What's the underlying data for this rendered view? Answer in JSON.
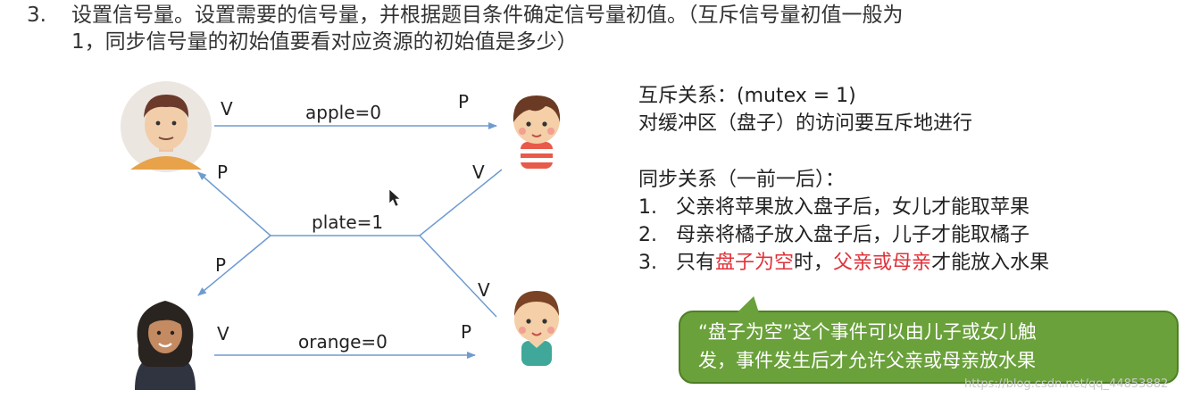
{
  "heading": {
    "number": "3.",
    "line1": "设置信号量。设置需要的信号量，并根据题目条件确定信号量初值。（互斥信号量初值一般为",
    "line2": "1，同步信号量的初始值要看对应资源的初始值是多少）"
  },
  "diagram": {
    "apple_label": "apple=0",
    "plate_label": "plate=1",
    "orange_label": "orange=0",
    "father_apple_op": "V",
    "daughter_apple_op": "P",
    "father_plate_op": "P",
    "daughter_plate_op": "V",
    "mother_plate_op": "P",
    "son_plate_op": "V",
    "mother_orange_op": "V",
    "son_orange_op": "P",
    "arrow_color": "#6e9bd0"
  },
  "mutex": {
    "title": "互斥关系：(mutex = 1)",
    "desc": "对缓冲区（盘子）的访问要互斥地进行"
  },
  "sync": {
    "title": "同步关系（一前一后）：",
    "items": [
      {
        "n": "1.",
        "text": "父亲将苹果放入盘子后，女儿才能取苹果"
      },
      {
        "n": "2.",
        "text": "母亲将橘子放入盘子后，儿子才能取橘子"
      }
    ],
    "item3": {
      "n": "3.",
      "pre": "只有",
      "red1": "盘子为空",
      "mid": "时，",
      "red2": "父亲或母亲",
      "post": "才能放入水果"
    }
  },
  "callout": {
    "line1": "“盘子为空”这个事件可以由儿子或女儿触",
    "line2": "发，事件发生后才允许父亲或母亲放水果",
    "bg_color": "#6aa13a"
  },
  "watermark": "https://blog.csdn.net/qq_44853882"
}
